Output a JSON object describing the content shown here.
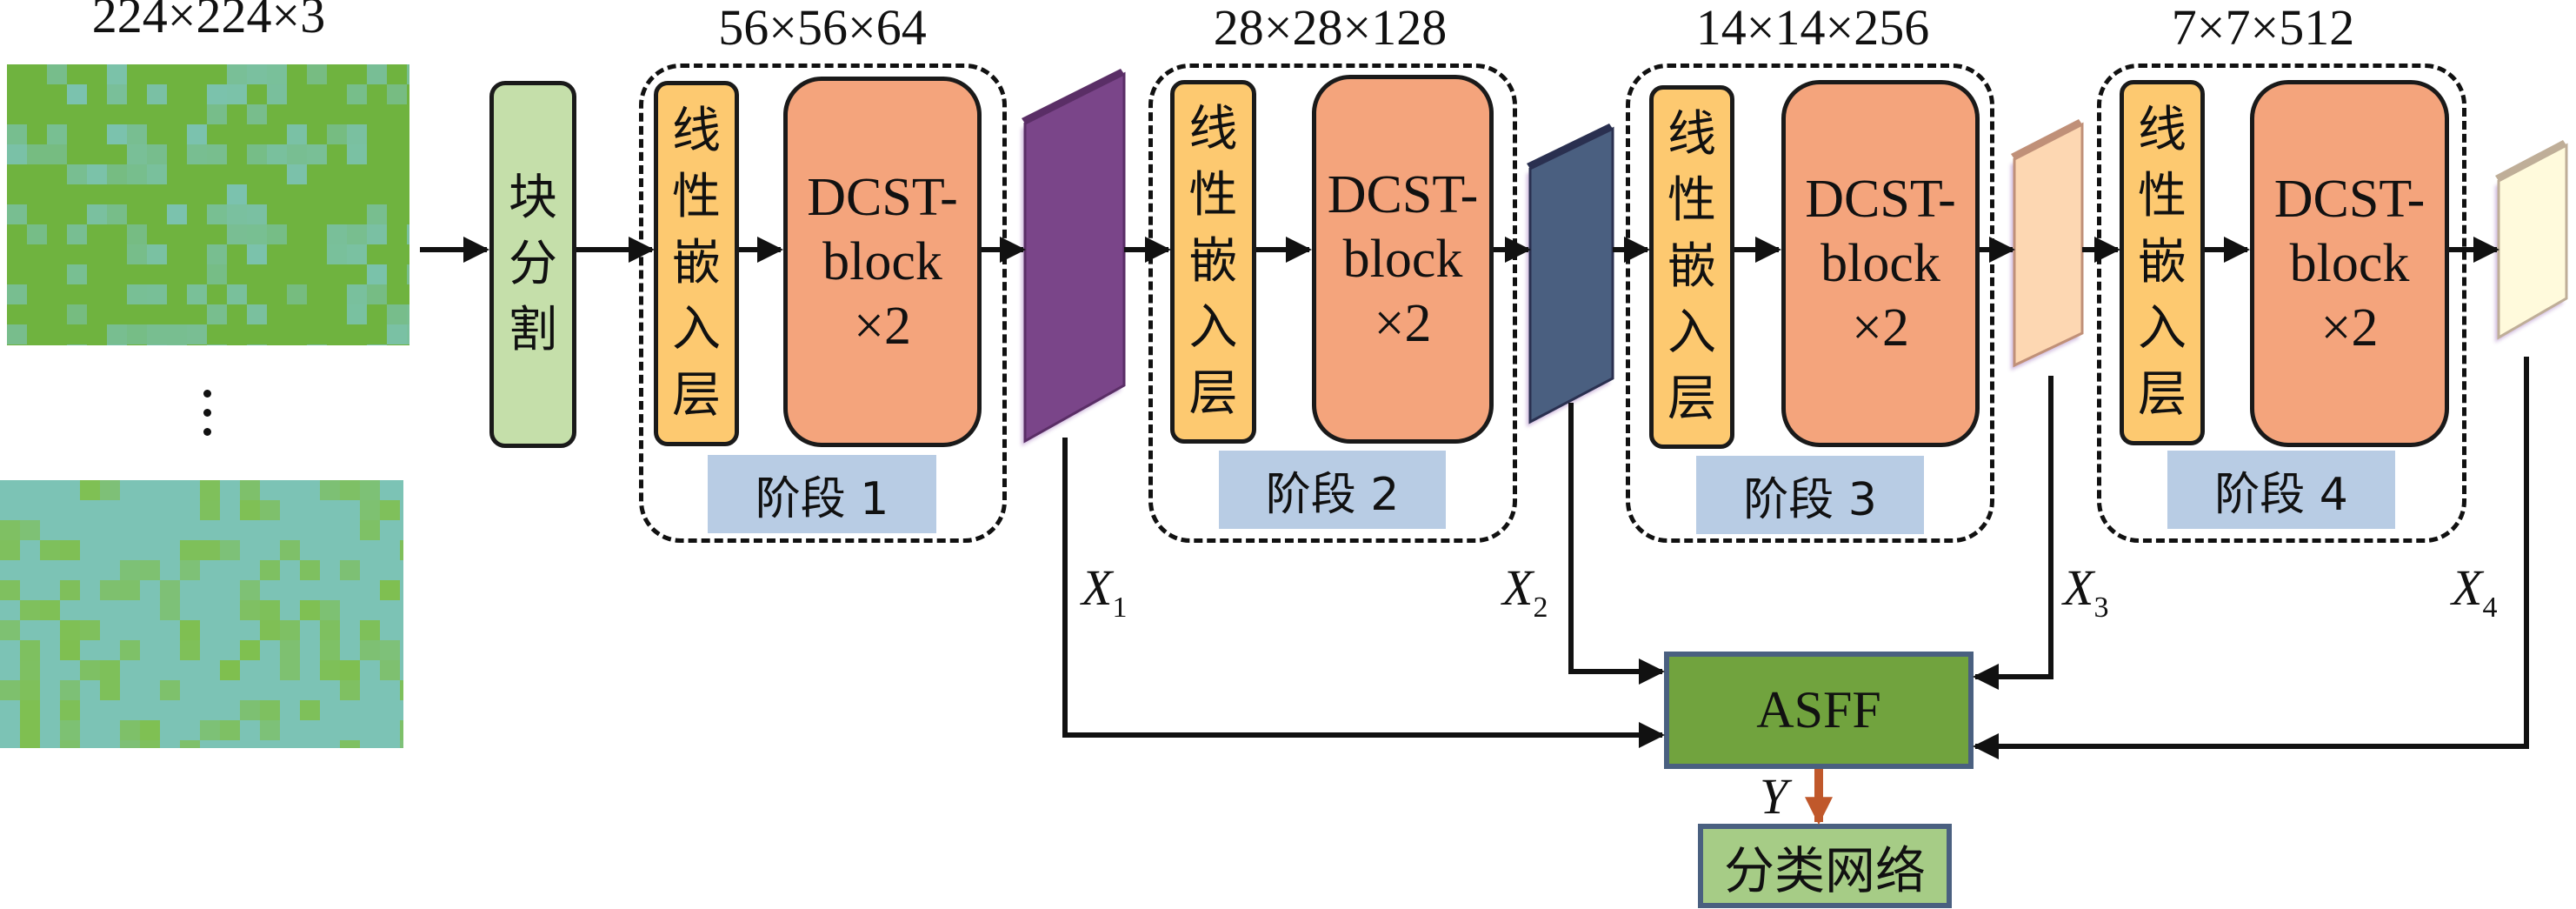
{
  "input": {
    "size_label": "224×224×3",
    "ellipsis_icon": "vertical-ellipsis",
    "images": [
      {
        "name": "input-spectrogram-1",
        "base_color": "#6fb33f",
        "tile_color": "#7cc3b5"
      },
      {
        "name": "input-spectrogram-2",
        "base_color": "#7cc3b5",
        "tile_color": "#7fbf4a"
      }
    ]
  },
  "patch_partition": {
    "label": "块分割",
    "color": "#c5dfaa"
  },
  "stages": [
    {
      "size_label": "56×56×64",
      "linear_label": "线性嵌入层",
      "block_lines": [
        "DCST-",
        "block",
        "×2"
      ],
      "stage_label": "阶段 1",
      "feature_color": "#7a4589",
      "feature_edge": "#5a2e66",
      "output_label": "X",
      "output_sub": "1"
    },
    {
      "size_label": "28×28×128",
      "linear_label": "线性嵌入层",
      "block_lines": [
        "DCST-",
        "block",
        "×2"
      ],
      "stage_label": "阶段 2",
      "feature_color": "#4a5f80",
      "feature_edge": "#2a3050",
      "output_label": "X",
      "output_sub": "2"
    },
    {
      "size_label": "14×14×256",
      "linear_label": "线性嵌入层",
      "block_lines": [
        "DCST-",
        "block",
        "×2"
      ],
      "stage_label": "阶段 3",
      "feature_color": "#fdd7b2",
      "feature_edge": "#c09078",
      "output_label": "X",
      "output_sub": "3"
    },
    {
      "size_label": "7×7×512",
      "linear_label": "线性嵌入层",
      "block_lines": [
        "DCST-",
        "block",
        "×2"
      ],
      "stage_label": "阶段 4",
      "feature_color": "#fffadc",
      "feature_edge": "#bfae98",
      "output_label": "X",
      "output_sub": "4"
    }
  ],
  "fusion": {
    "label": "ASFF",
    "color": "#71a33e",
    "border": "#4a6080"
  },
  "output": {
    "arrow_label": "Y",
    "arrow_color": "#c0582b",
    "classifier_label": "分类网络",
    "classifier_color": "#a6cc86"
  },
  "colors": {
    "linear": "#fdc970",
    "dcst": "#f4a47c",
    "stage_label_bg": "#b8cce4",
    "line": "#111111"
  }
}
